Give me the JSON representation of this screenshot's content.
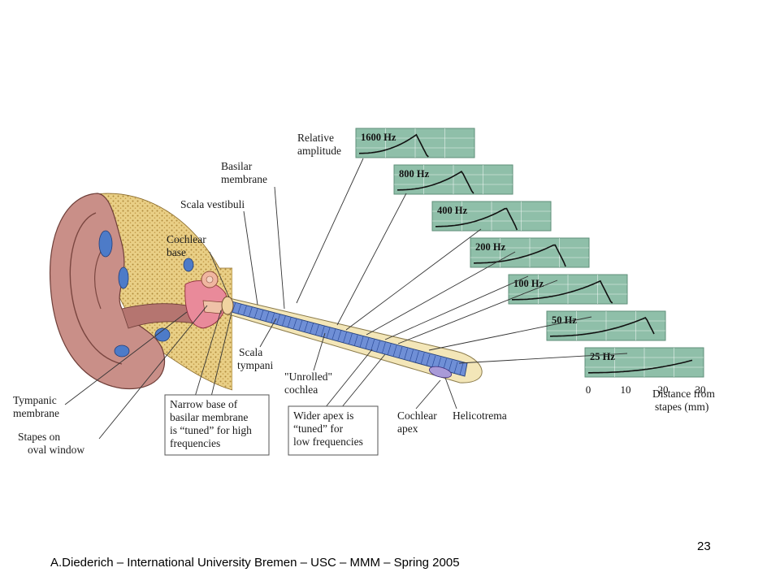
{
  "labels": {
    "relative_amplitude_1": "Relative",
    "relative_amplitude_2": "amplitude",
    "basilar_1": "Basilar",
    "basilar_2": "membrane",
    "scala_vestibuli": "Scala vestibuli",
    "cochlear_base_1": "Cochlear",
    "cochlear_base_2": "base",
    "tympanic_1": "Tympanic",
    "tympanic_2": "membrane",
    "stapes_1": "Stapes on",
    "stapes_2": "oval window",
    "scala_tympani_1": "Scala",
    "scala_tympani_2": "tympani",
    "unrolled_1": "\"Unrolled\"",
    "unrolled_2": "cochlea",
    "cochlear_apex_1": "Cochlear",
    "cochlear_apex_2": "apex",
    "helicotrema": "Helicotrema",
    "narrow_base_1": "Narrow base of",
    "narrow_base_2": "basilar membrane",
    "narrow_base_3": "is “tuned” for high",
    "narrow_base_4": "frequencies",
    "wider_apex_1": "Wider apex is",
    "wider_apex_2": "“tuned” for",
    "wider_apex_3": "low frequencies",
    "distance_1": "Distance from",
    "distance_2": "stapes (mm)"
  },
  "panels": [
    {
      "freq": "1600 Hz"
    },
    {
      "freq": "800 Hz"
    },
    {
      "freq": "400 Hz"
    },
    {
      "freq": "200 Hz"
    },
    {
      "freq": "100 Hz"
    },
    {
      "freq": "50 Hz"
    },
    {
      "freq": "25 Hz"
    }
  ],
  "axis_ticks": [
    "0",
    "10",
    "20",
    "30"
  ],
  "colors": {
    "panel_fill": "#8fbfa9",
    "ear_skin": "#c98f88",
    "bone": "#e6c67a",
    "fluid": "#4d7bc8",
    "cochlea_tube": "#f3e6b8",
    "membrane": "#6f8fd6"
  },
  "footer": {
    "text": "A.Diederich – International University Bremen – USC  – MMM  – Spring 2005",
    "page_number": "23"
  }
}
